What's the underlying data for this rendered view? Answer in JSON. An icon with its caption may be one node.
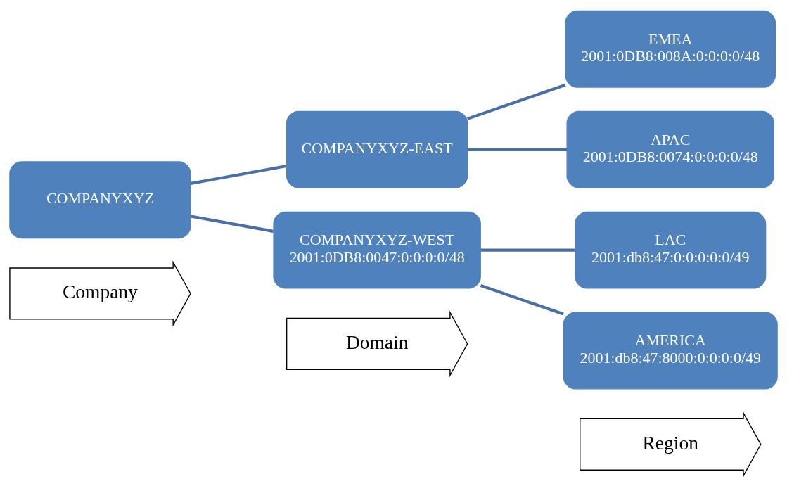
{
  "diagram": {
    "nodes": [
      {
        "text": [
          "Company"
        ]
      },
      {
        "text": [
          "Domain"
        ]
      },
      {
        "text": [
          "Region"
        ]
      },
      {
        "text": [
          "COMPANYXYZ"
        ]
      },
      {
        "text": [
          "COMPANYXYZ-EAST"
        ]
      },
      {
        "text": [
          "COMPANYXYZ-WEST",
          "2001:0DB8:0047:0:0:0:0/48"
        ]
      },
      {
        "text": [
          "EMEA",
          "2001:0DB8:008A:0:0:0:0/48"
        ]
      },
      {
        "text": [
          "APAC",
          "2001:0DB8:0074:0:0:0:0/48"
        ]
      },
      {
        "text": [
          "LAC",
          "2001:db8:47:0:0:0:0:0/49"
        ]
      },
      {
        "text": [
          "AMERICA",
          "2001:db8:47:8000:0:0:0:0/49"
        ]
      }
    ],
    "edges": [
      {
        "from": 3,
        "to": 4,
        "arrow": "none"
      },
      {
        "from": 3,
        "to": 5,
        "arrow": "none"
      },
      {
        "from": 4,
        "to": 6,
        "arrow": "none"
      },
      {
        "from": 4,
        "to": 7,
        "arrow": "none"
      },
      {
        "from": 5,
        "to": 8,
        "arrow": "none"
      },
      {
        "from": 5,
        "to": 9,
        "arrow": "none"
      }
    ]
  }
}
